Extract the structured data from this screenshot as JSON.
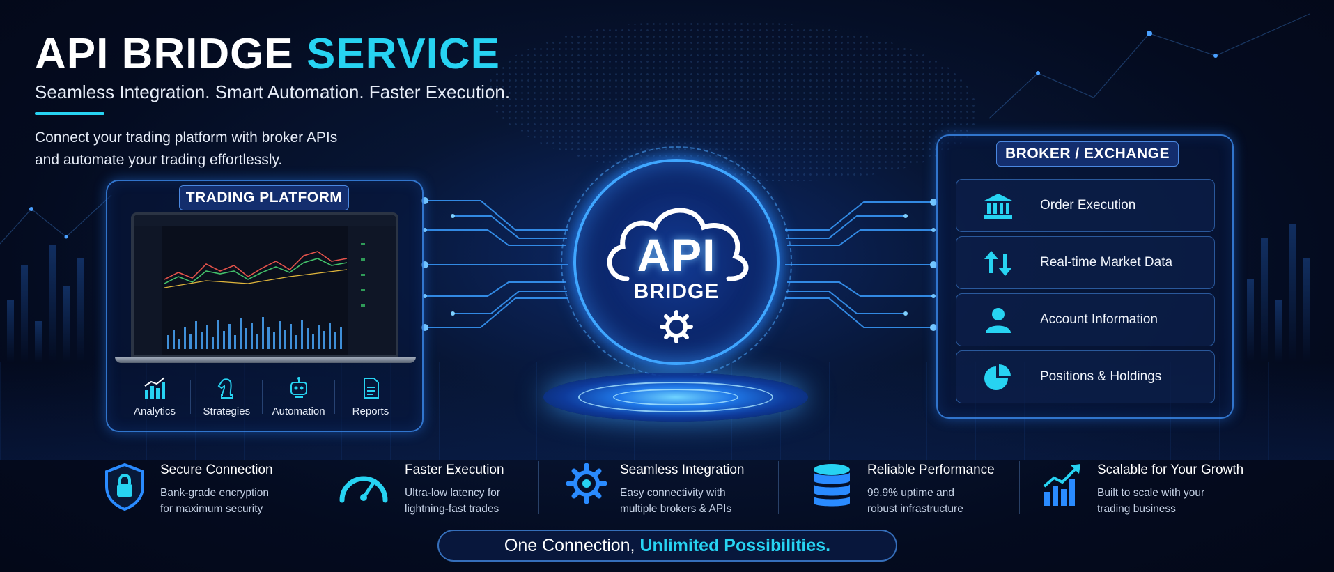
{
  "header": {
    "title_main": "API BRIDGE",
    "title_accent": "SERVICE",
    "subtitle": "Seamless Integration. Smart Automation. Faster Execution.",
    "intro_line1": "Connect your trading platform with broker APIs",
    "intro_line2": "and automate your trading effortlessly."
  },
  "trading_platform": {
    "label": "TRADING PLATFORM",
    "tools": [
      {
        "label": "Analytics",
        "icon": "bar-chart-icon"
      },
      {
        "label": "Strategies",
        "icon": "chess-knight-icon"
      },
      {
        "label": "Automation",
        "icon": "robot-icon"
      },
      {
        "label": "Reports",
        "icon": "document-icon"
      }
    ]
  },
  "core": {
    "line1": "API",
    "line2": "BRIDGE",
    "icons": [
      "cloud-icon",
      "gear-icon"
    ]
  },
  "broker": {
    "label": "BROKER / EXCHANGE",
    "items": [
      {
        "label": "Order Execution",
        "icon": "bank-icon"
      },
      {
        "label": "Real-time Market Data",
        "icon": "up-down-arrows-icon"
      },
      {
        "label": "Account Information",
        "icon": "user-icon"
      },
      {
        "label": "Positions & Holdings",
        "icon": "pie-chart-icon"
      }
    ]
  },
  "features": [
    {
      "title": "Secure Connection",
      "line1": "Bank-grade encryption",
      "line2": "for maximum security",
      "icon": "shield-lock-icon"
    },
    {
      "title": "Faster Execution",
      "line1": "Ultra-low latency for",
      "line2": "lightning-fast trades",
      "icon": "speedometer-icon"
    },
    {
      "title": "Seamless Integration",
      "line1": "Easy connectivity with",
      "line2": "multiple brokers & APIs",
      "icon": "gear-icon"
    },
    {
      "title": "Reliable Performance",
      "line1": "99.9% uptime and",
      "line2": "robust infrastructure",
      "icon": "database-icon"
    },
    {
      "title": "Scalable for Your Growth",
      "line1": "Built to scale with your",
      "line2": "trading business",
      "icon": "growth-chart-icon"
    }
  ],
  "banner": {
    "text_main": "One Connection,",
    "text_accent": "Unlimited Possibilities."
  },
  "colors": {
    "accent": "#27d3f2",
    "glow": "#3fa6ff",
    "background": "#040b1f"
  }
}
